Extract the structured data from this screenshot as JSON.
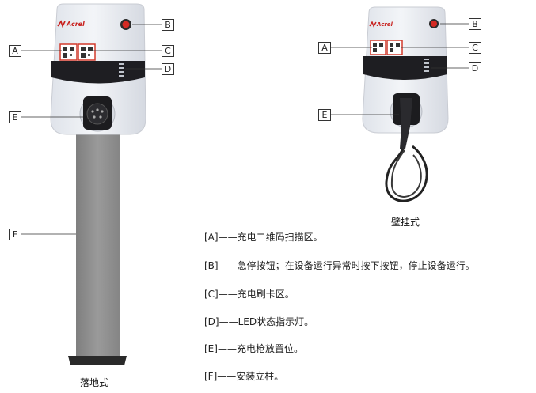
{
  "floor_unit": {
    "caption": "落地式",
    "brand": "Acrel",
    "callouts": [
      "A",
      "B",
      "C",
      "D",
      "E",
      "F"
    ]
  },
  "wall_unit": {
    "caption": "壁挂式",
    "brand": "Acrel",
    "callouts": [
      "A",
      "B",
      "C",
      "D",
      "E"
    ]
  },
  "legend": [
    "[A]——充电二维码扫描区。",
    "[B]——急停按钮；在设备运行异常时按下按钮，停止设备运行。",
    "[C]——充电刷卡区。",
    "[D]——LED状态指示灯。",
    "[E]——充电枪放置位。",
    "[F]——安装立柱。"
  ],
  "colors": {
    "body": "#e9ecf2",
    "panel": "#1e1e22",
    "stop_button": "#d42a23",
    "column": "#8e8e8e",
    "base": "#2a2a2a",
    "brand": "#c8201d"
  }
}
